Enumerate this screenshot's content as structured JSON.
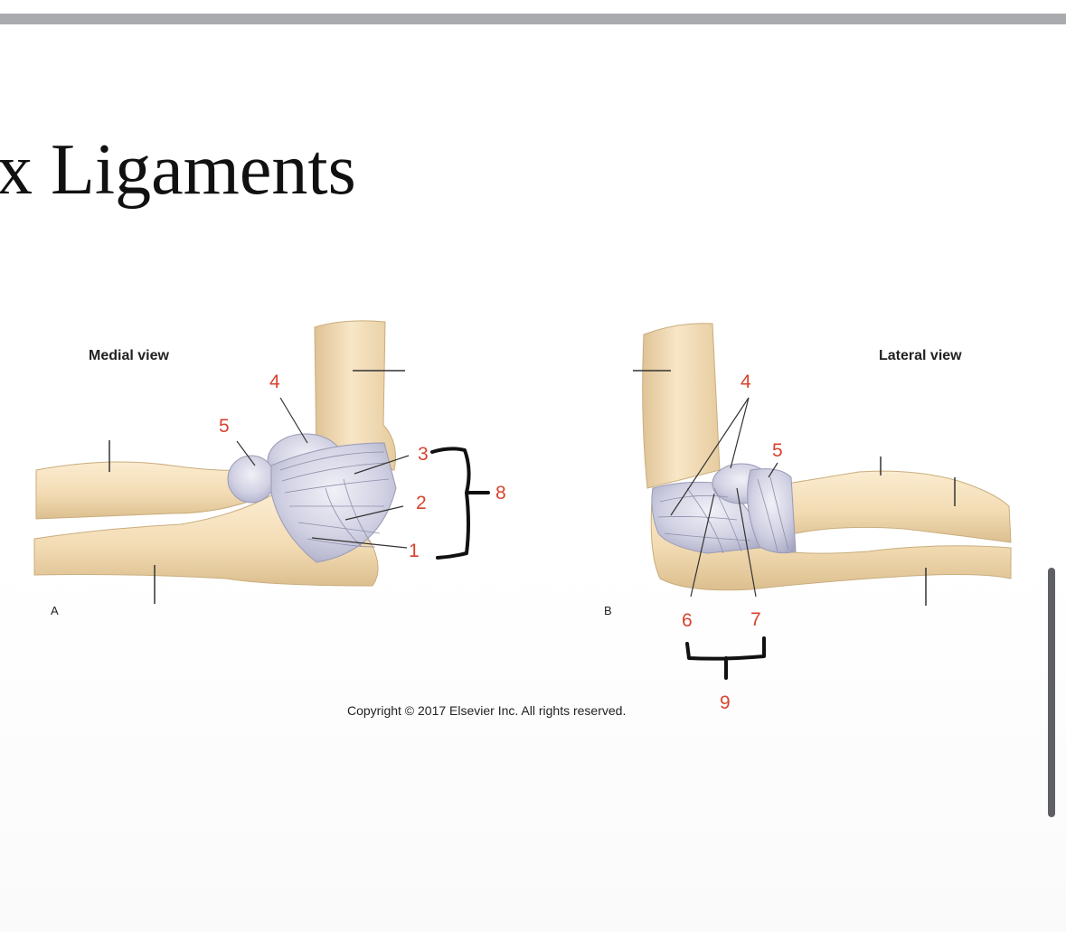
{
  "title": "x Ligaments",
  "views": {
    "medial": "Medial view",
    "lateral": "Lateral view"
  },
  "panels": {
    "a": "A",
    "b": "B"
  },
  "labels": {
    "medial": [
      "1",
      "2",
      "3",
      "4",
      "5"
    ],
    "lateral": [
      "4",
      "5",
      "6",
      "7"
    ],
    "groups": [
      "8",
      "9"
    ]
  },
  "copyright": "Copyright © 2017 Elsevier Inc. All rights reserved.",
  "colors": {
    "bone": "#f3dcb4",
    "ligament": "#c9c9dd",
    "label": "#d8432f",
    "scrollbar": "#5e6064"
  }
}
